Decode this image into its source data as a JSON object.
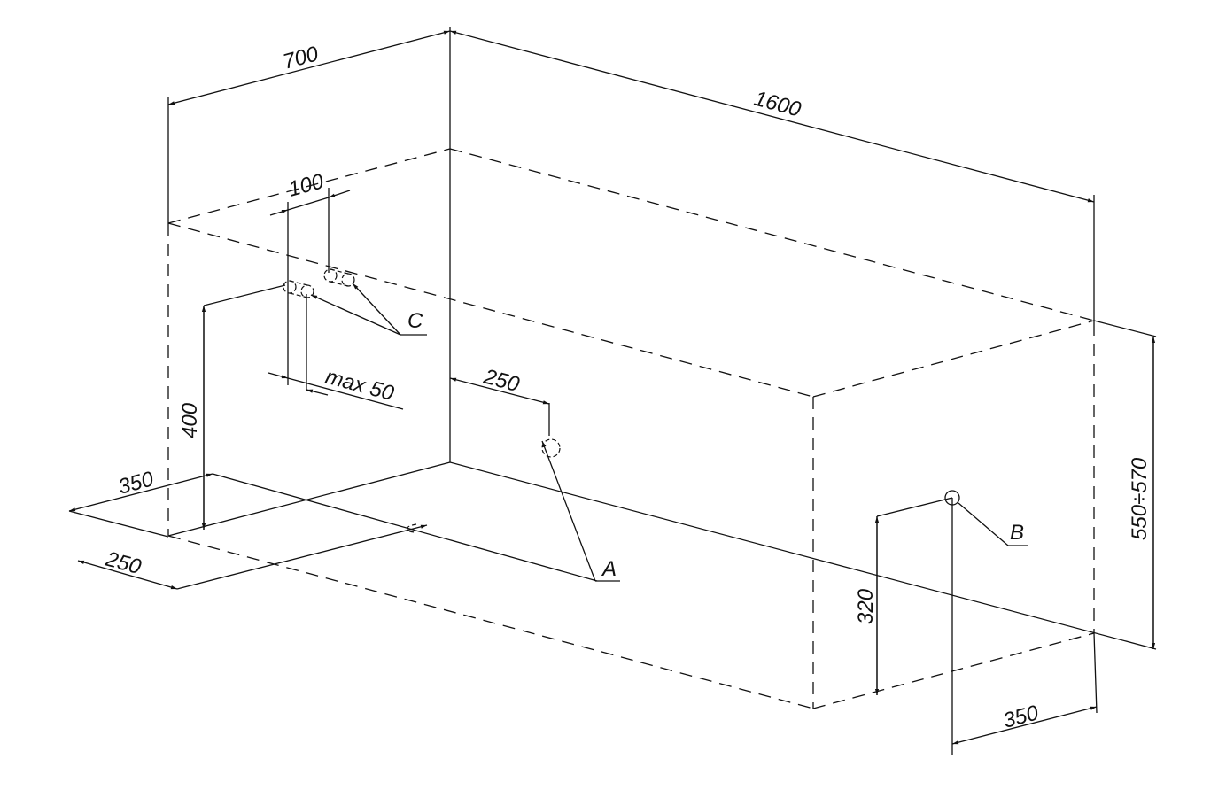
{
  "dimensions": {
    "width_700": "700",
    "length_1600": "1600",
    "spacing_100": "100",
    "max_50": "max 50",
    "height_400": "400",
    "offset_350_left": "350",
    "offset_250_left": "250",
    "offset_250_mid": "250",
    "height_550_570": "550÷570",
    "height_320": "320",
    "offset_350_right": "350"
  },
  "labels": {
    "a": "A",
    "b": "B",
    "c": "C"
  }
}
